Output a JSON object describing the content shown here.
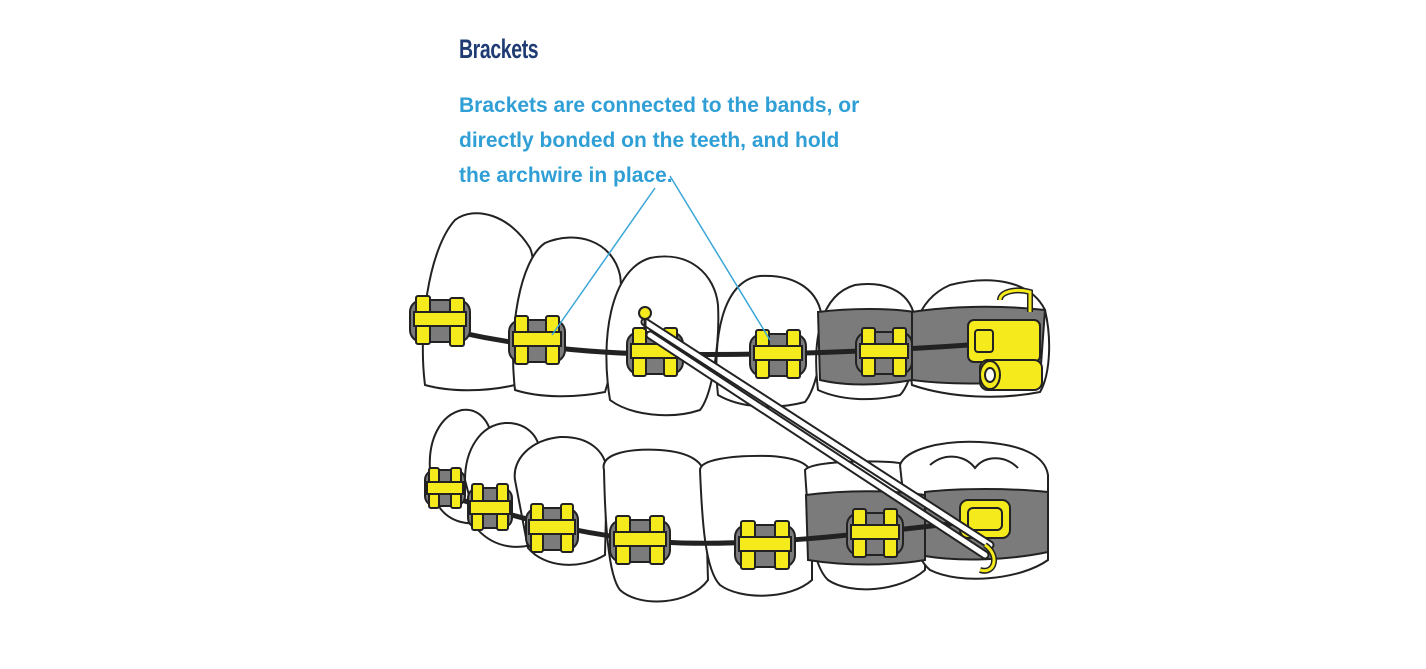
{
  "heading": "Brackets",
  "description_lines": [
    "Brackets are connected to the bands, or",
    "directly bonded on the teeth, and hold",
    "the archwire in place."
  ],
  "colors": {
    "heading": "#1f3b73",
    "description": "#2f9fd6",
    "leader_line": "#3aa6d8",
    "bracket": "#f4ea1c",
    "band": "#7b7b7b",
    "outline": "#222222"
  },
  "icons": [
    "bracket-icon",
    "molar-band-icon",
    "elastic-hook-icon"
  ]
}
